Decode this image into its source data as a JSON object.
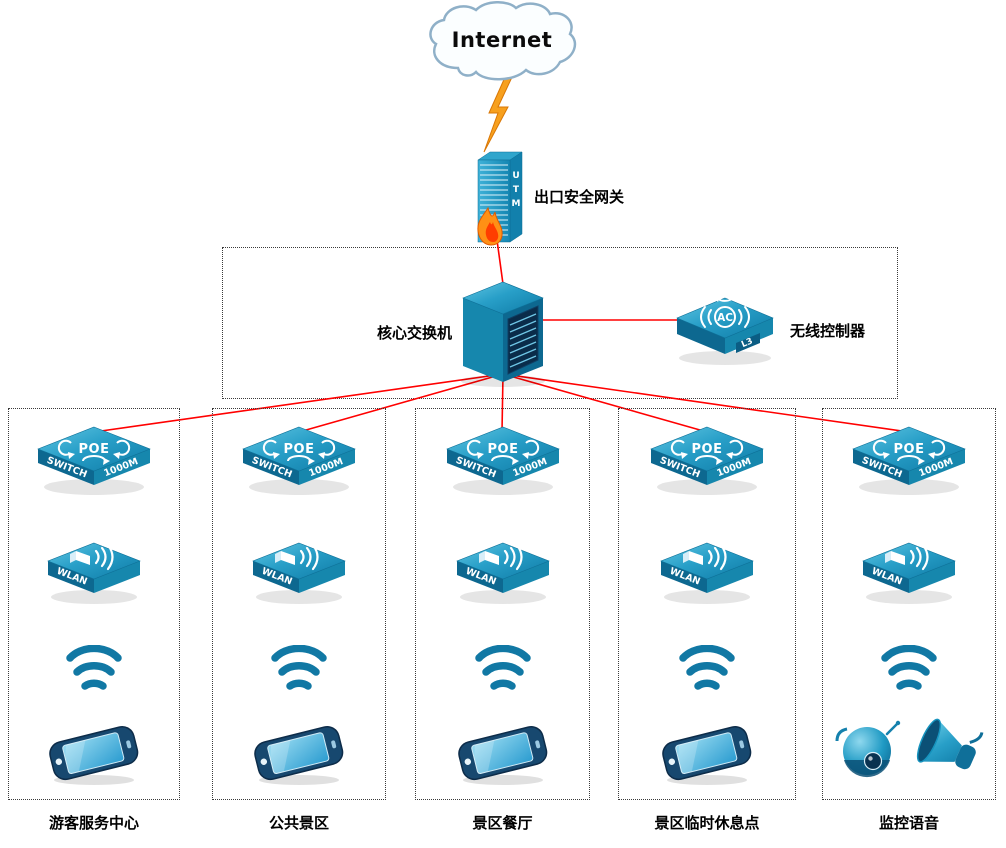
{
  "diagram": {
    "internet": {
      "label": "Internet"
    },
    "gateway": {
      "label": "出口安全网关",
      "device": "UTM",
      "device_letters": [
        "U",
        "T",
        "M"
      ]
    },
    "core_switch": {
      "label": "核心交换机"
    },
    "wireless_controller": {
      "label": "无线控制器",
      "device": "AC",
      "tag": "L3"
    },
    "access_switch": {
      "top": "POE",
      "left": "SWITCH",
      "right": "1000M"
    },
    "access_point": {
      "left": "WLAN"
    },
    "zones": [
      {
        "label": "游客服务中心",
        "devices": [
          "poe-switch",
          "wireless-ap",
          "wifi-signal",
          "smartphone"
        ]
      },
      {
        "label": "公共景区",
        "devices": [
          "poe-switch",
          "wireless-ap",
          "wifi-signal",
          "smartphone"
        ]
      },
      {
        "label": "景区餐厅",
        "devices": [
          "poe-switch",
          "wireless-ap",
          "wifi-signal",
          "smartphone"
        ]
      },
      {
        "label": "景区临时休息点",
        "devices": [
          "poe-switch",
          "wireless-ap",
          "wifi-signal",
          "smartphone"
        ]
      },
      {
        "label": "监控语音",
        "devices": [
          "poe-switch",
          "wireless-ap",
          "wifi-signal",
          "dome-camera",
          "voice-horn"
        ]
      }
    ],
    "colors": {
      "link": "#ff0000",
      "device": "#1b93bd",
      "device_dark": "#0d6890",
      "bolt": "#f7a01e"
    }
  }
}
